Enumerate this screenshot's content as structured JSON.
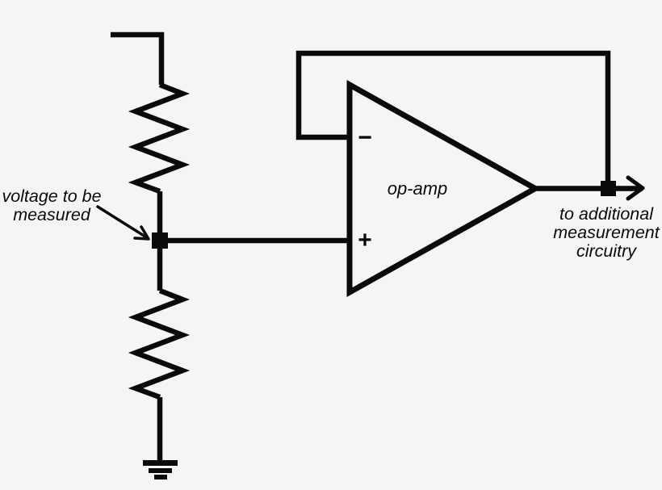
{
  "colors": {
    "background": "#f5f5f6",
    "ink": "#0a0a0a"
  },
  "diagram": {
    "input_label": {
      "line1": "voltage to be",
      "line2": "measured"
    },
    "opamp": {
      "label": "op-amp",
      "inverting_input": "−",
      "noninverting_input": "+"
    },
    "output_label": {
      "line1": "to additional",
      "line2": "measurement",
      "line3": "circuitry"
    }
  }
}
